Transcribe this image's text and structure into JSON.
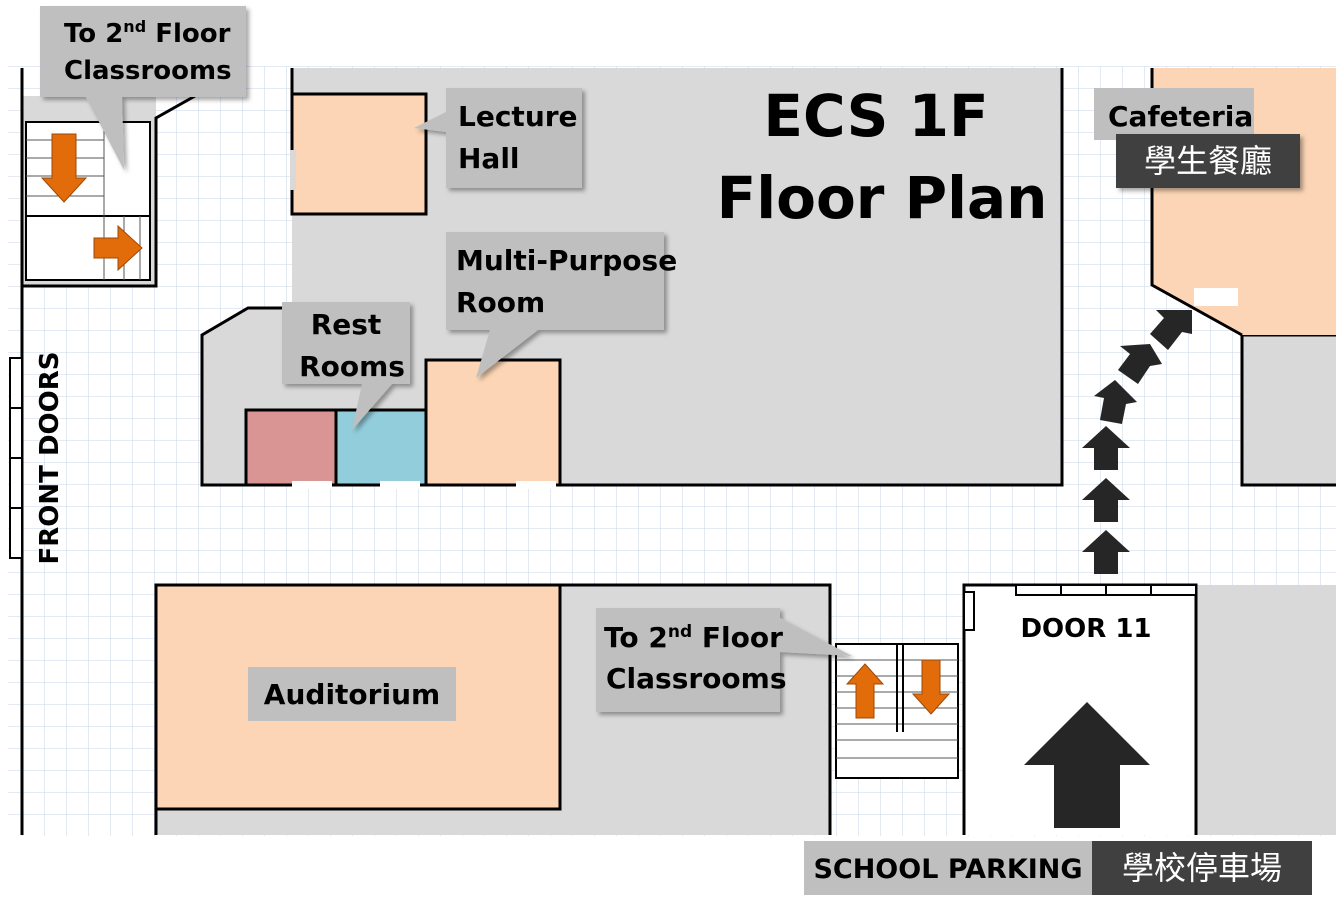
{
  "map": {
    "title_line1": "ECS 1F",
    "title_line2": "Floor Plan",
    "labels": {
      "stairs_top_line1": "To 2",
      "stairs_top_sup": "nd",
      "stairs_top_line1_rest": " Floor",
      "stairs_top_line2": "Classrooms",
      "lecture_line1": "Lecture",
      "lecture_line2": "Hall",
      "multipurpose_line1": "Multi-Purpose",
      "multipurpose_line2": "Room",
      "restrooms_line1": "Rest",
      "restrooms_line2": "Rooms",
      "cafeteria": "Cafeteria",
      "cafeteria_zh": "學生餐廳",
      "front_doors": "FRONT DOORS",
      "auditorium": "Auditorium",
      "stairs_bottom_line1": "To 2",
      "stairs_bottom_sup": "nd",
      "stairs_bottom_line1_rest": " Floor",
      "stairs_bottom_line2": "Classrooms",
      "door11": "DOOR 11",
      "parking": "SCHOOL PARKING",
      "parking_zh": "學校停車場"
    },
    "colors": {
      "grid_line": "#c8d4e8",
      "building": "#d9d9d9",
      "room_peach": "#fbd5b5",
      "restroom_pink": "#d99594",
      "restroom_blue": "#92cddc",
      "callout_gray": "#bfbfbf",
      "callout_dark": "#404040",
      "arrow_orange": "#e26b0a",
      "arrow_dark": "#262626",
      "wall": "#000000"
    },
    "icons": {
      "stair_arrow": "orange-arrow-icon",
      "route_arrow": "black-arrow-icon",
      "entrance_arrow": "big-up-arrow-icon"
    }
  }
}
